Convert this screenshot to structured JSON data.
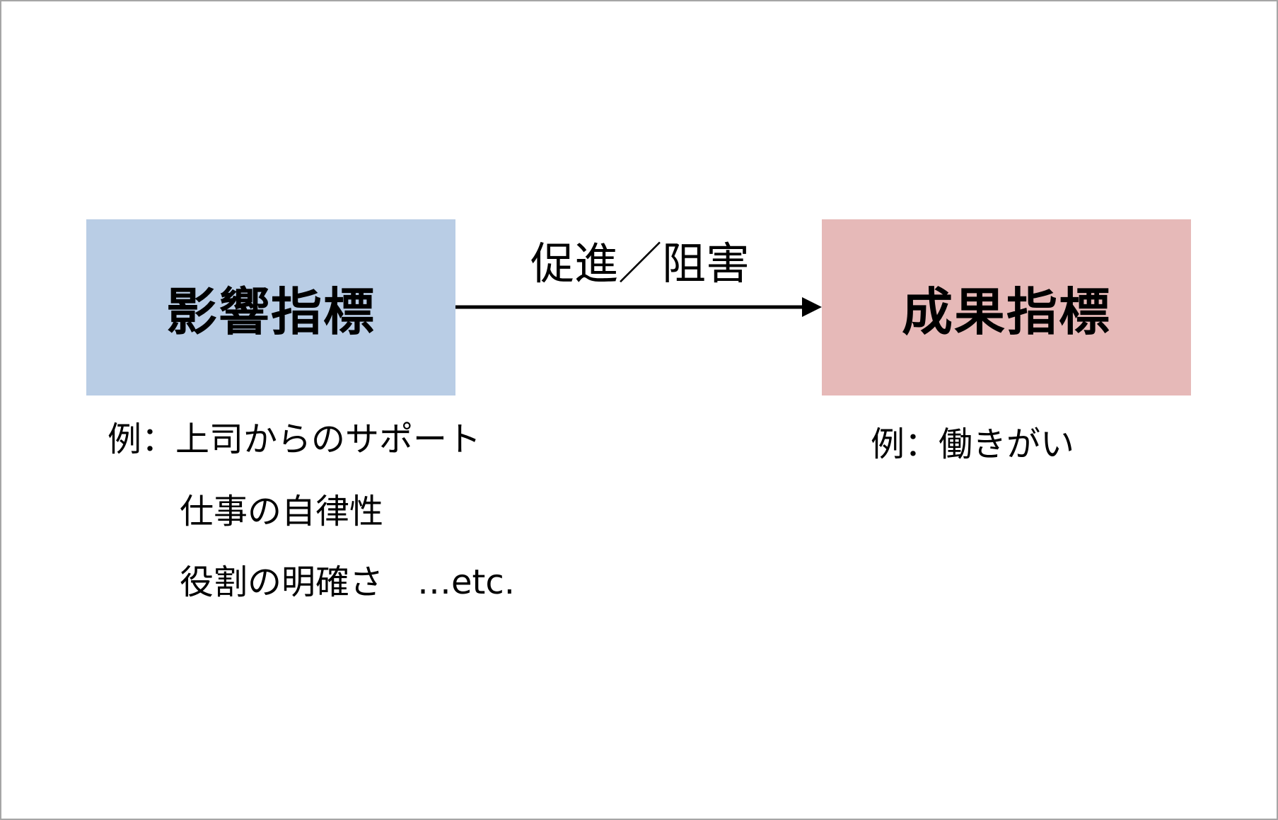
{
  "colors": {
    "influence_box": "#b9cde5",
    "outcome_box": "#e6b9b8",
    "arrow": "#000000",
    "frame": "#a6a6a6"
  },
  "influence": {
    "title": "影響指標",
    "examples": [
      "例：上司からのサポート",
      "仕事の自律性",
      "役割の明確さ　…etc."
    ]
  },
  "relation": {
    "label": "促進／阻害"
  },
  "outcome": {
    "title": "成果指標",
    "example": "例：働きがい"
  }
}
